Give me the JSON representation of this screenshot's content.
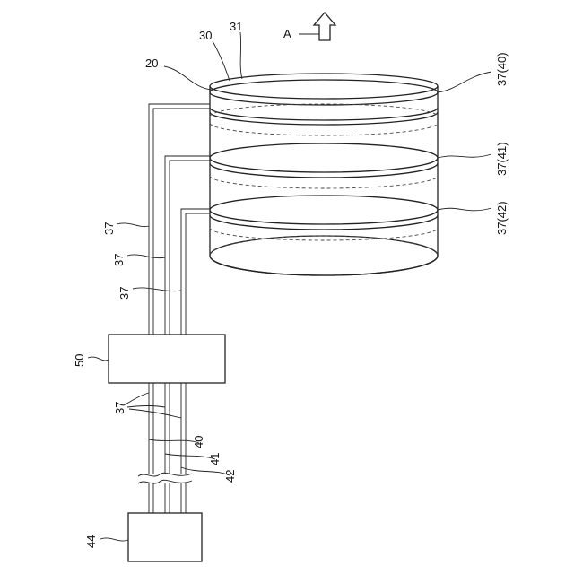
{
  "labels": {
    "arrow_a": "A",
    "ref_20": "20",
    "ref_30": "30",
    "ref_31": "31",
    "ref_37_40": "37(40)",
    "ref_37_41": "37(41)",
    "ref_37_42": "37(42)",
    "ref_37_a": "37",
    "ref_37_b": "37",
    "ref_37_c": "37",
    "ref_37_d": "37",
    "ref_50": "50",
    "ref_40": "40",
    "ref_41": "41",
    "ref_42": "42",
    "ref_44": "44"
  }
}
